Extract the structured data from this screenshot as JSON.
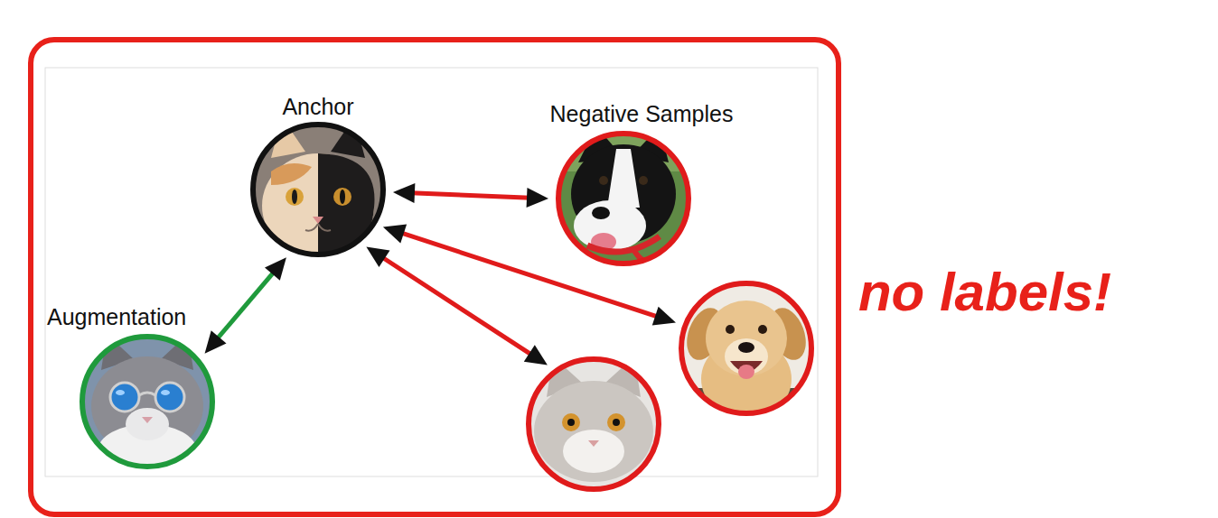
{
  "diagram": {
    "nodes": [
      {
        "text": [
          "Anchor"
        ]
      },
      {
        "text": [
          "Negative Samples"
        ]
      },
      {
        "text": []
      },
      {
        "text": [
          "Augmentation"
        ]
      },
      {
        "text": []
      }
    ],
    "edges": [
      {
        "from": 0,
        "to": 1,
        "arrow": "both"
      },
      {
        "from": 0,
        "to": 2,
        "arrow": "both"
      },
      {
        "from": 0,
        "to": 3,
        "arrow": "both"
      },
      {
        "from": 0,
        "to": 4,
        "arrow": "both"
      }
    ],
    "labels": [
      "no labels!"
    ]
  }
}
